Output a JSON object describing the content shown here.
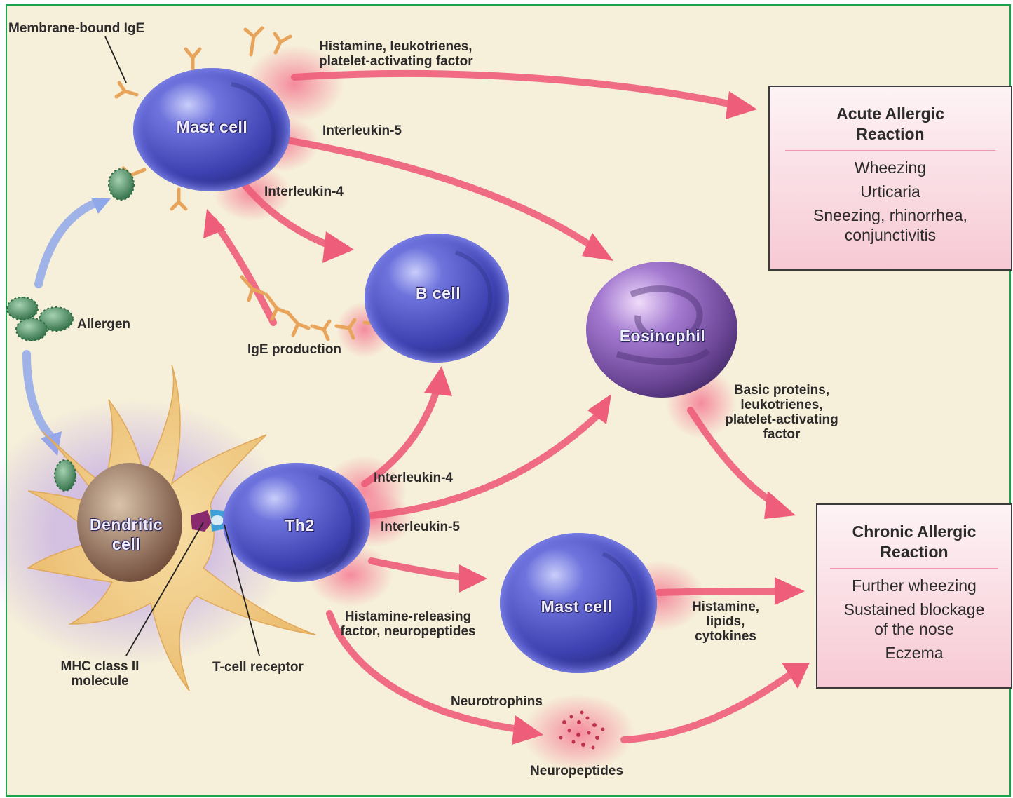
{
  "labels": {
    "membrane_ige": "Membrane-bound IgE",
    "histamine_top": [
      "Histamine, leukotrienes,",
      "platelet-activating factor"
    ],
    "il5_top": "Interleukin-5",
    "il4_top": "Interleukin-4",
    "allergen": "Allergen",
    "ige_production": "IgE production",
    "basic_proteins": [
      "Basic proteins,",
      "leukotrienes,",
      "platelet-activating",
      "factor"
    ],
    "il4_th2": "Interleukin-4",
    "il5_th2": "Interleukin-5",
    "hist_releasing": [
      "Histamine-releasing",
      "factor, neuropeptides"
    ],
    "hist_lipids": [
      "Histamine,",
      "lipids,",
      "cytokines"
    ],
    "neurotrophins": "Neurotrophins",
    "neuropeptides": "Neuropeptides",
    "mhc": [
      "MHC class II",
      "molecule"
    ],
    "tcell_receptor": "T-cell receptor"
  },
  "cells": {
    "mast_top": "Mast cell",
    "b_cell": "B cell",
    "eosinophil": "Eosinophil",
    "dendritic": [
      "Dendritic",
      "cell"
    ],
    "th2": "Th2",
    "mast_bottom": "Mast cell"
  },
  "acute_box": {
    "title": [
      "Acute Allergic",
      "Reaction"
    ],
    "items": [
      "Wheezing",
      "Urticaria",
      "Sneezing, rhinorrhea,",
      "conjunctivitis"
    ]
  },
  "chronic_box": {
    "title": [
      "Chronic Allergic",
      "Reaction"
    ],
    "items": [
      "Further wheezing",
      "Sustained blockage",
      "of the nose",
      "Eczema"
    ]
  },
  "colors": {
    "background": "#f6efd9",
    "frame": "#1aa34a",
    "arrow_pink": "#ee5d7a",
    "arrow_blue": "#8fa8ea",
    "cell_blue": "#4a4fc4",
    "eosinophil": "#8a62b8",
    "dendritic": "#f2cf8a",
    "ige": "#e8a45a",
    "allergen": "#5a9a6a"
  }
}
